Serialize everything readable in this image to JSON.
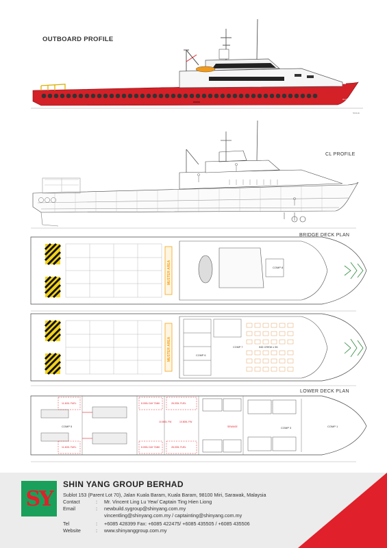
{
  "labels": {
    "outboard": "OUTBOARD PROFILE",
    "cl": "CL PROFILE",
    "bridge": "BRIDGE DECK PLAN",
    "lower": "LOWER DECK PLAN"
  },
  "deck_text": {
    "muster1": "MUSTER AREA",
    "muster2": "MUSTER AREA",
    "comp8": "COMP 8",
    "comp7": "COMP 7",
    "comp6": "COMP 6",
    "comp5": "COMP 5",
    "comp3": "COMP 3",
    "comp1": "COMP 1",
    "ind_crew": "IND CREW x 55",
    "fuel1": "11.400L FUEL",
    "fuel2": "11.400L FUEL",
    "fuel3": "28.200L FUEL",
    "fuel4": "28.200L FUEL",
    "day1": "8.000L DAY TANK",
    "day2": "8.000L DAY TANK",
    "fw1": "10.800L FW",
    "fw2": "10.800L FW",
    "sewage": "SEWAGE"
  },
  "footer": {
    "logo_text": "SY",
    "company": "SHIN YANG GROUP BERHAD",
    "address": "Sublot 153 (Parent Lot 70), Jalan Kuala Baram, Kuala Baram, 98100 Miri, Sarawak, Malaysia",
    "contacts": [
      {
        "k": "Contact",
        "c": ":",
        "v": "Mr. Vincent Ling Lu Yew/ Captain Ting Hien Liong"
      },
      {
        "k": "Email",
        "c": ":",
        "v": "newbuild.sygroup@shinyang.com.my"
      },
      {
        "k": "",
        "c": "",
        "v": "vincentling@shinyang.com.my / captainting@shinyang.com.my"
      },
      {
        "k": "Tel",
        "c": ":",
        "v": "+6085 428399 Fax: +6085 422475/ +6085 435505 / +6085 435506"
      },
      {
        "k": "Website",
        "c": ":",
        "v": "www.shinyanggroup.com.my"
      }
    ]
  },
  "colors": {
    "hull": "#d42027",
    "brand_green": "#1aa05a",
    "brand_red": "#e0202a",
    "hazard_yellow": "#f2d21b",
    "muster": "#f3a21a"
  }
}
